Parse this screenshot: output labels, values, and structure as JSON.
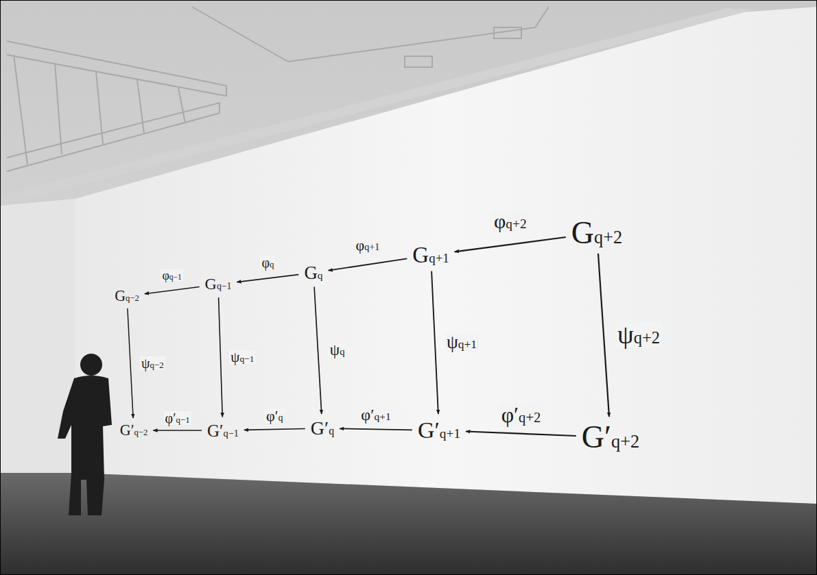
{
  "diagram": {
    "nodes": [
      {
        "text": [
          "Gq−2"
        ]
      },
      {
        "text": [
          "Gq−1"
        ]
      },
      {
        "text": [
          "Gq"
        ]
      },
      {
        "text": [
          "Gq+1"
        ]
      },
      {
        "text": [
          "Gq+2"
        ]
      },
      {
        "text": [
          "G′q−2"
        ]
      },
      {
        "text": [
          "G′q−1"
        ]
      },
      {
        "text": [
          "G′q"
        ]
      },
      {
        "text": [
          "G′q+1"
        ]
      },
      {
        "text": [
          "G′q+2"
        ]
      }
    ],
    "edges": [
      {
        "from": 4,
        "to": 3,
        "arrow": "to",
        "label": "φq+2"
      },
      {
        "from": 3,
        "to": 2,
        "arrow": "to",
        "label": "φq+1"
      },
      {
        "from": 2,
        "to": 1,
        "arrow": "to",
        "label": "φq"
      },
      {
        "from": 1,
        "to": 0,
        "arrow": "to",
        "label": "φq−1"
      },
      {
        "from": 9,
        "to": 8,
        "arrow": "to",
        "label": "φ′q+2"
      },
      {
        "from": 8,
        "to": 7,
        "arrow": "to",
        "label": "φ′q+1"
      },
      {
        "from": 7,
        "to": 6,
        "arrow": "to",
        "label": "φ′q"
      },
      {
        "from": 6,
        "to": 5,
        "arrow": "to",
        "label": "φ′q−1"
      },
      {
        "from": 0,
        "to": 5,
        "arrow": "to",
        "label": "ψq−2"
      },
      {
        "from": 1,
        "to": 6,
        "arrow": "to",
        "label": "ψq−1"
      },
      {
        "from": 2,
        "to": 7,
        "arrow": "to",
        "label": "ψq"
      },
      {
        "from": 3,
        "to": 8,
        "arrow": "to",
        "label": "ψq+1"
      },
      {
        "from": 4,
        "to": 9,
        "arrow": "to",
        "label": "ψq+2"
      }
    ]
  }
}
